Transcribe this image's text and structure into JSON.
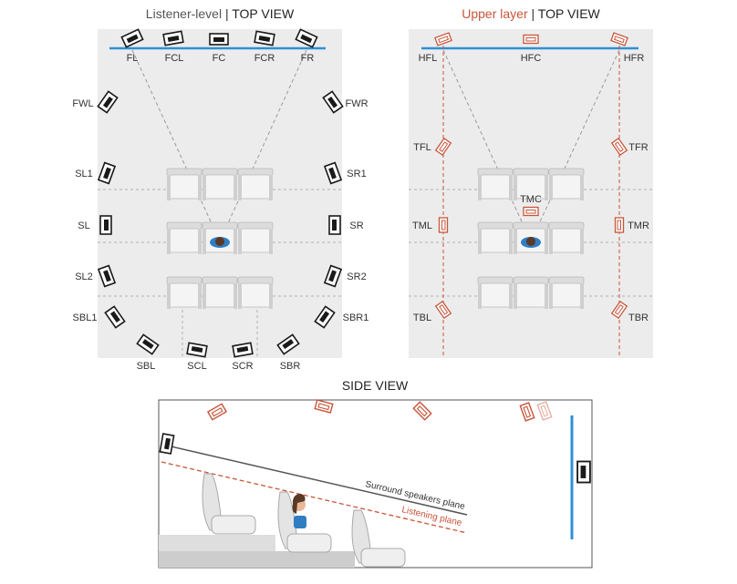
{
  "panels": {
    "listener": {
      "title_a": "Listener-level",
      "title_sep": " | ",
      "title_b": "TOP VIEW"
    },
    "upper": {
      "title_a": "Upper layer",
      "title_sep": " | ",
      "title_b": "TOP VIEW"
    },
    "side": {
      "title": "SIDE VIEW"
    }
  },
  "listener_labels": {
    "FL": "FL",
    "FCL": "FCL",
    "FC": "FC",
    "FCR": "FCR",
    "FR": "FR",
    "FWL": "FWL",
    "FWR": "FWR",
    "SL1": "SL1",
    "SR1": "SR1",
    "SL": "SL",
    "SR": "SR",
    "SL2": "SL2",
    "SR2": "SR2",
    "SBL1": "SBL1",
    "SBR1": "SBR1",
    "SBL": "SBL",
    "SCL": "SCL",
    "SCR": "SCR",
    "SBR": "SBR"
  },
  "upper_labels": {
    "HFL": "HFL",
    "HFC": "HFC",
    "HFR": "HFR",
    "TFL": "TFL",
    "TFR": "TFR",
    "TMC": "TMC",
    "TML": "TML",
    "TMR": "TMR",
    "TBL": "TBL",
    "TBR": "TBR"
  },
  "side_labels": {
    "surround_plane": "Surround speakers plane",
    "listening_plane": "Listening plane"
  },
  "colors": {
    "panel_bg": "#ececec",
    "screen": "#2f8fd6",
    "upper_accent": "#c8553a",
    "speaker": "#1a1a1a",
    "guide": "#9a9a9a",
    "text": "#333333"
  }
}
